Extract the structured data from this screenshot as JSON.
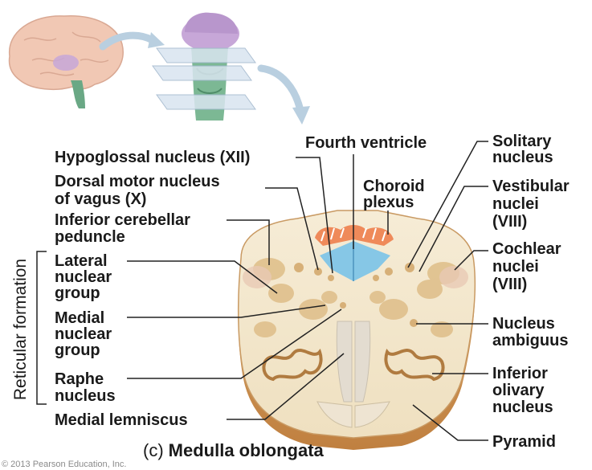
{
  "labels": {
    "hypoglossal": "Hypoglossal nucleus (XII)",
    "dorsal_motor_1": "Dorsal motor nucleus",
    "dorsal_motor_2": "of vagus (X)",
    "inf_cereb_1": "Inferior cerebellar",
    "inf_cereb_2": "peduncle",
    "lateral_1": "Lateral",
    "lateral_2": "nuclear",
    "lateral_3": "group",
    "medial_1": "Medial",
    "medial_2": "nuclear",
    "medial_3": "group",
    "raphe_1": "Raphe",
    "raphe_2": "nucleus",
    "medial_lemniscus": "Medial lemniscus",
    "fourth_ventricle": "Fourth ventricle",
    "choroid_1": "Choroid",
    "choroid_2": "plexus",
    "solitary_1": "Solitary",
    "solitary_2": "nucleus",
    "vestibular_1": "Vestibular",
    "vestibular_2": "nuclei",
    "vestibular_3": "(VIII)",
    "cochlear_1": "Cochlear",
    "cochlear_2": "nuclei",
    "cochlear_3": "(VIII)",
    "ambiguus_1": "Nucleus",
    "ambiguus_2": "ambiguus",
    "olivary_1": "Inferior",
    "olivary_2": "olivary",
    "olivary_3": "nucleus",
    "pyramid": "Pyramid",
    "reticular_formation": "Reticular formation"
  },
  "caption": {
    "letter": "(c)",
    "title": "Medulla oblongata"
  },
  "copyright": "© 2013 Pearson Education, Inc."
}
